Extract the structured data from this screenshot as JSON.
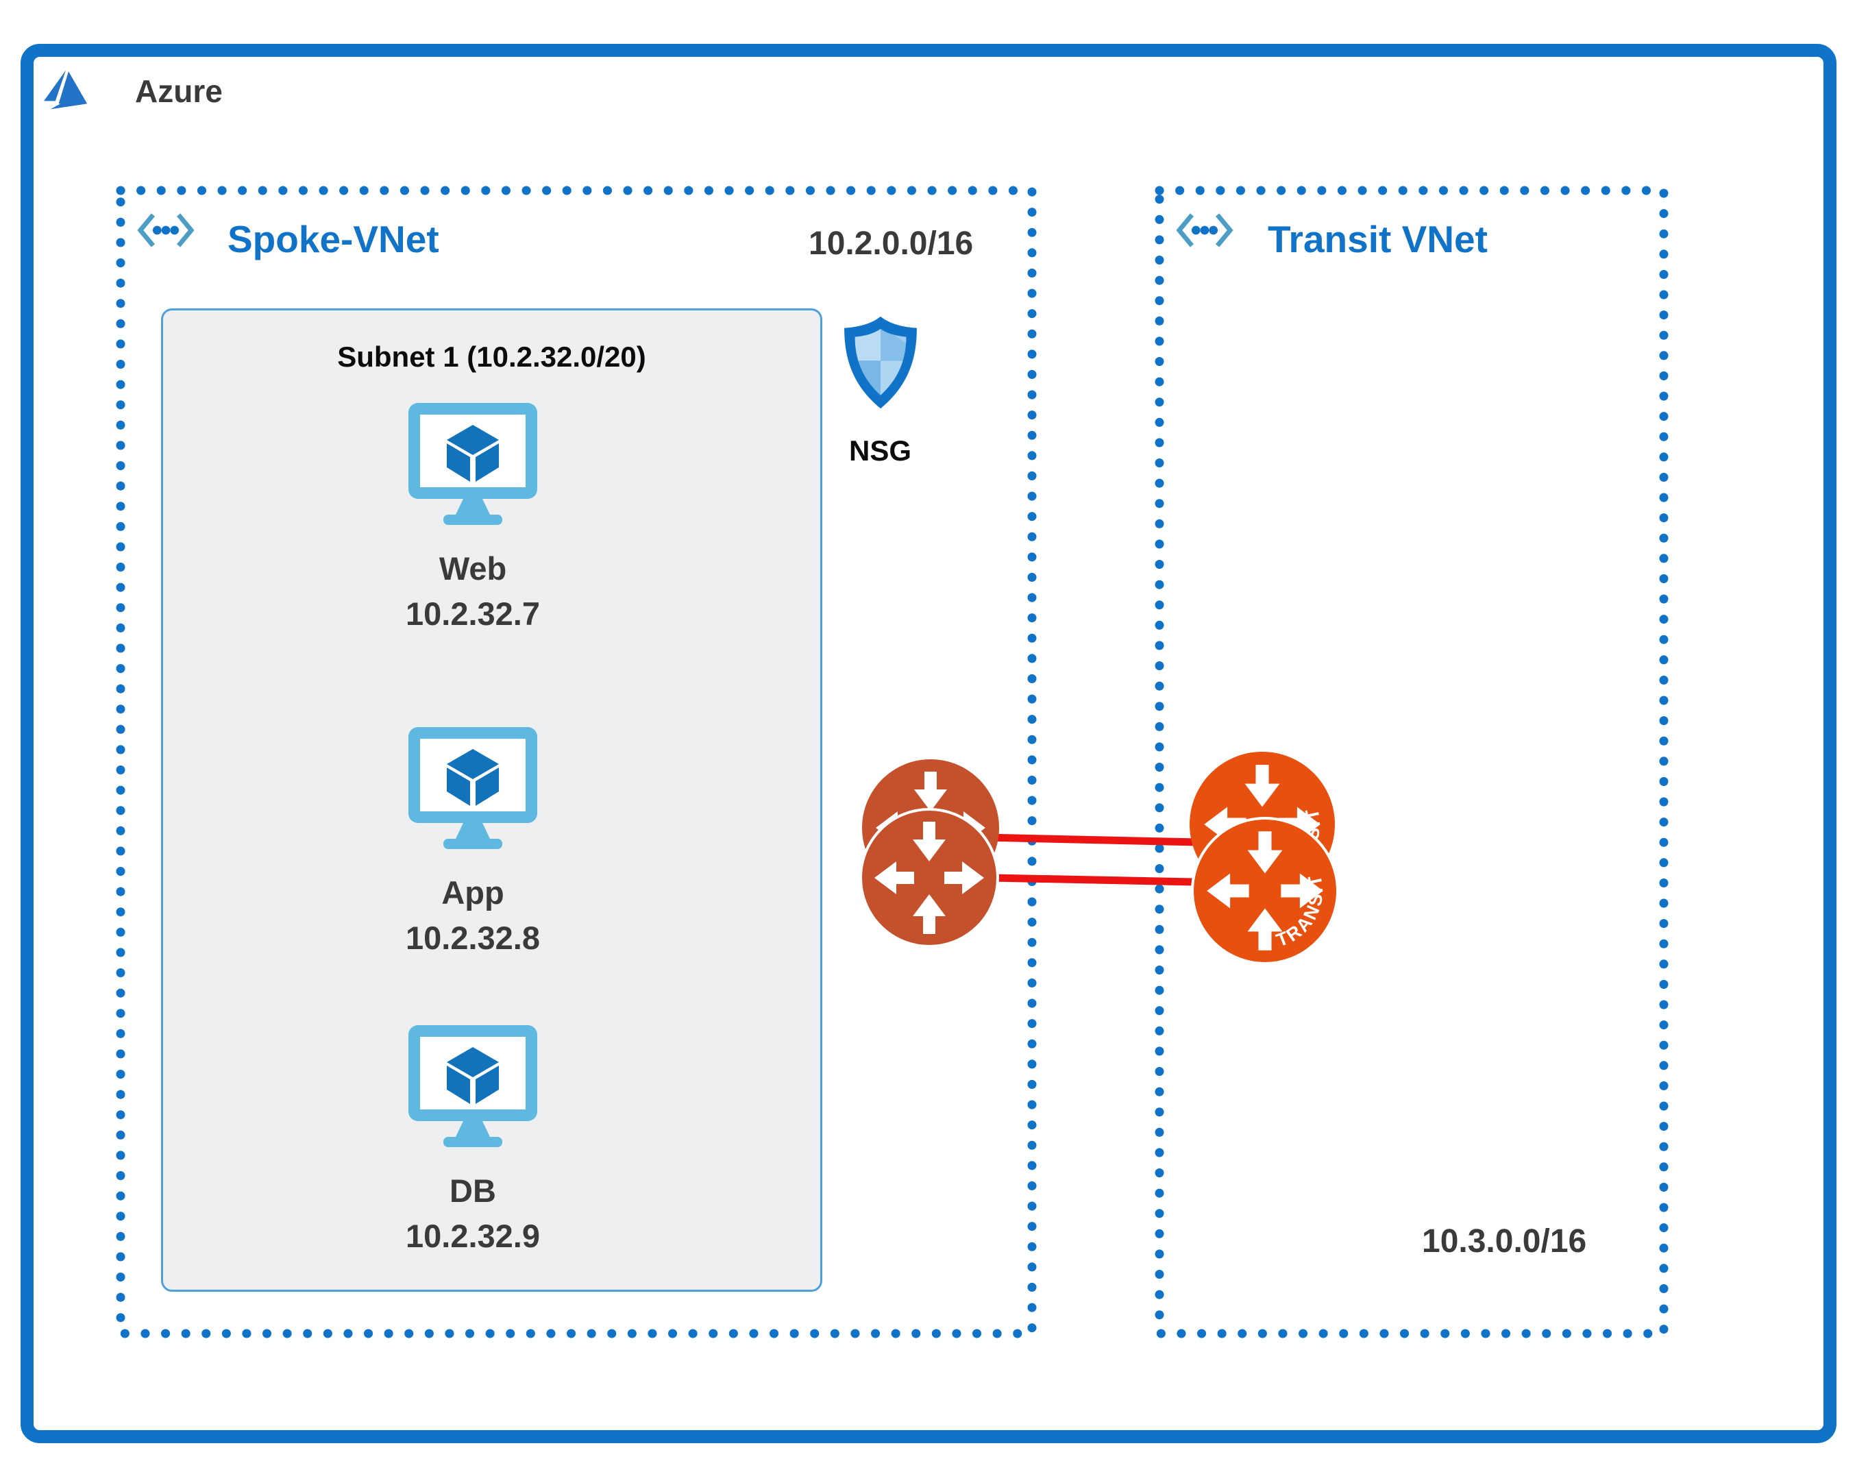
{
  "brand": {
    "label": "Azure"
  },
  "spoke_vnet": {
    "label": "Spoke-VNet",
    "cidr": "10.2.0.0/16",
    "nsg": {
      "label": "NSG"
    },
    "subnet": {
      "title": "Subnet 1 (10.2.32.0/20)",
      "vms": [
        {
          "name": "Web",
          "ip": "10.2.32.7"
        },
        {
          "name": "App",
          "ip": "10.2.32.8"
        },
        {
          "name": "DB",
          "ip": "10.2.32.9"
        }
      ]
    }
  },
  "transit_vnet": {
    "label": "Transit VNet",
    "cidr": "10.3.0.0/16",
    "router_badge": "TRANSIT"
  },
  "peering": {
    "link_count": 2
  },
  "colors": {
    "azure_blue": "#1173C8",
    "text_dark": "#3A3A3A",
    "subnet_fill": "#EDEFF1",
    "subnet_border": "#4FA0DA",
    "vm_frame": "#5FB8DF",
    "vm_cube": "#1273BA",
    "router_spoke": "#C4512B",
    "router_transit": "#E8500F",
    "peering_line": "#EC1313",
    "shield_light": "#B9DCF4",
    "shield_mid": "#84BEE9"
  }
}
